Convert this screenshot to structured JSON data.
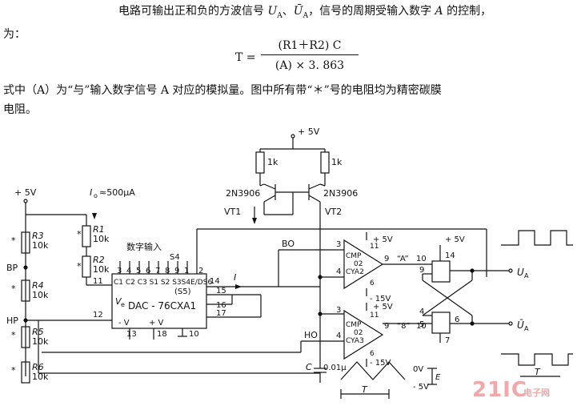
{
  "text": {
    "line1": "电路可输出正和负的方波信号 U_A、Ū_A，信号的周期受输入数字 A 的控制，",
    "line1_a": "电路可输出正和负的方波信号",
    "line1_b": "U",
    "line1_c": "A",
    "line1_d": "、",
    "line1_e": "Ū",
    "line1_f": "A",
    "line1_g": "，信号的周期受输入数字",
    "line1_h": "A",
    "line1_i": "的控制，",
    "line2": "为：",
    "line3": "式中（A）为“与”输入数字信号 A 对应的模拟量。图中所有带“＊”号的电阻均为精密碳膜",
    "line4": "电阻。"
  },
  "formula": {
    "lhs": "T =",
    "numerator": "(R1＋R2) C",
    "denominator": "(A)  × 3. 863"
  },
  "circuit": {
    "supply_top": "+ 5V",
    "r_1k_left": "1k",
    "r_1k_right": "1k",
    "q_left": "2N3906",
    "q_right": "2N3906",
    "vt1": "VT1",
    "vt2": "VT2",
    "bo": "BO",
    "ho": "HO",
    "i_label": "I",
    "supply_left": "+ 5V",
    "io": "I",
    "io_sub": "o",
    "io_val": "≈500μA",
    "r1": "R1",
    "r1_val": "10k",
    "r2": "R2",
    "r2_val": "10k",
    "r3": "R3",
    "r3_val": "10k",
    "r4": "R4",
    "r4_val": "10k",
    "r5": "R5",
    "r5_val": "10k",
    "r6": "R6",
    "r6_val": "10k",
    "star": "*",
    "bp": "BP",
    "hp": "HP",
    "digital_input": "数字输入",
    "s4": "S4",
    "dac_pins_top": "C1 C2 C3 S1 S2 S3S4E/DS6",
    "dac_pin_nums": [
      "3",
      "4",
      "5",
      "6",
      "7",
      "8",
      "9",
      "1",
      "2"
    ],
    "s5": "(S5)",
    "ve": "V",
    "ve_sub": "e",
    "dac_name": "DAC - 76CXA1",
    "minus_v": "- V",
    "plus_v": "+ V",
    "pin11": "11",
    "pin12": "12",
    "pin13": "13",
    "pin18": "18",
    "pin10": "10",
    "pin14": "14",
    "pin15": "15",
    "pin16": "16",
    "pin17": "17",
    "cmp1": "CMP",
    "cmp_02": "02",
    "cya2": "CYA2",
    "cya3": "CYA3",
    "p5v_a": "+ 5V",
    "p5v_b": "+ 5V",
    "p5v_c": "+ 5V",
    "m15v_a": "- 15V",
    "m15v_b": "- 15V",
    "pin3a": "3",
    "pin4a": "4",
    "pin11a": "11",
    "pin6a": "6",
    "pin9a": "9",
    "pin10a": "10",
    "pin3b": "3",
    "pin4b": "4",
    "pin11b": "11",
    "pin6b": "6",
    "pin9b": "9",
    "pin10b": "10",
    "sig_a": "“A”",
    "sig_b": "“8”",
    "g14": "14",
    "g9": "9",
    "g4": "4",
    "g5": "5",
    "g6": "6",
    "g7": "7",
    "ua": "U",
    "ua_sub": "A",
    "ua_bar": "Ū",
    "ua_bar_sub": "A",
    "cap": "C",
    "cap_val": "0.01μ",
    "t_label": "T",
    "t_label2": "T",
    "zero_v": "0V",
    "minus_5v": "- 5V",
    "e_label": "E"
  },
  "watermark": {
    "logo": "21IC",
    "site": "电子网"
  }
}
